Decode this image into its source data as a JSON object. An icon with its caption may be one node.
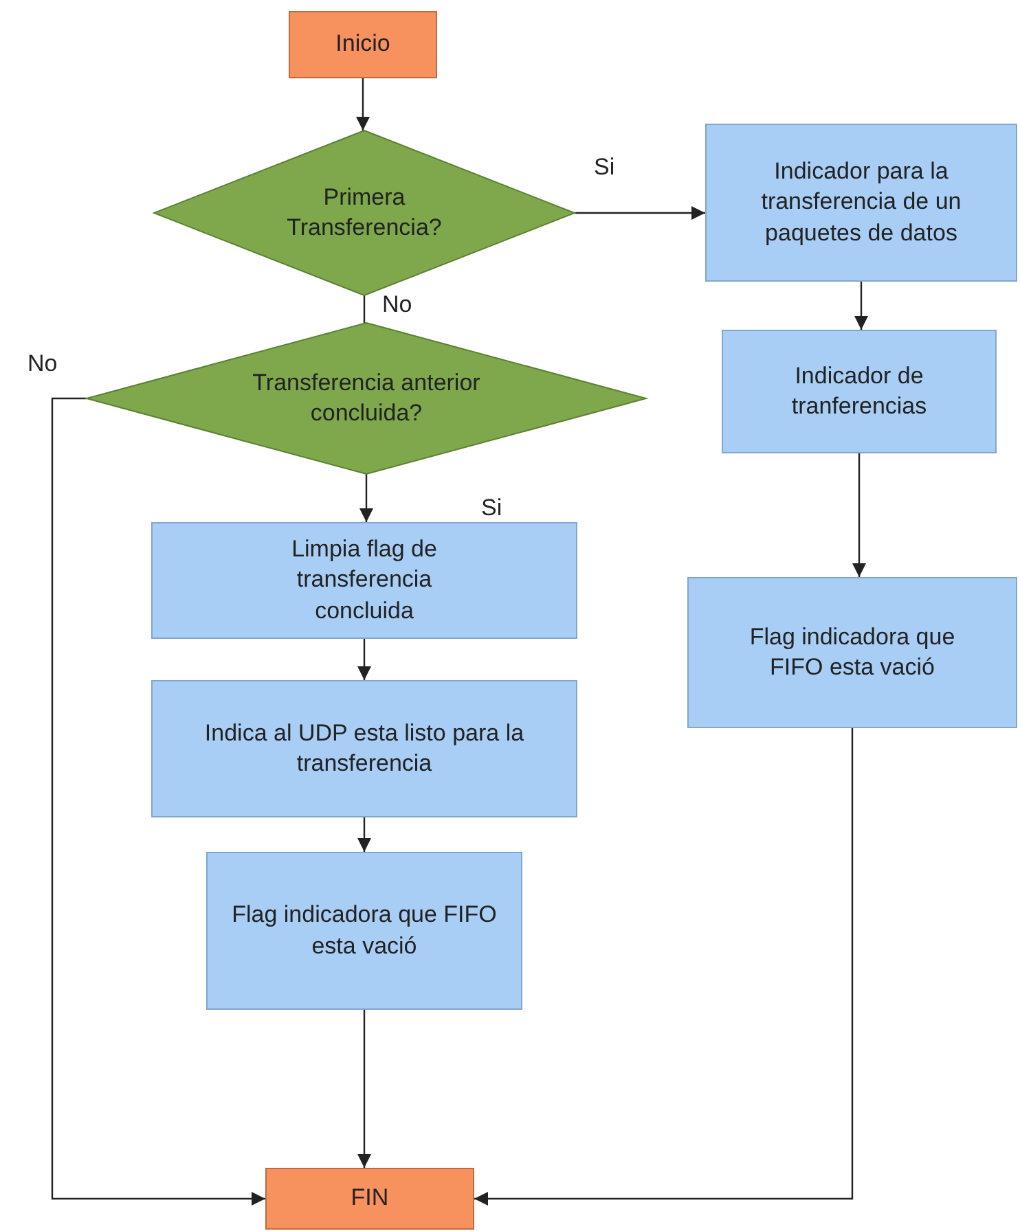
{
  "diagram": {
    "nodes": [
      {
        "text": [
          "Inicio"
        ]
      },
      {
        "text": [
          "Primera Transferencia?"
        ]
      },
      {
        "text": [
          "Indicador para la transferencia de un paquetes de datos"
        ]
      },
      {
        "text": [
          "Transferencia anterior concluida?"
        ]
      },
      {
        "text": [
          "Indicador de tranferencias"
        ]
      },
      {
        "text": [
          "Limpia flag de transferencia concluida"
        ]
      },
      {
        "text": [
          "Flag indicadora que FIFO esta vació"
        ]
      },
      {
        "text": [
          "Indica al UDP esta listo para la transferencia"
        ]
      },
      {
        "text": [
          "Flag indicadora que FIFO esta vació"
        ]
      },
      {
        "text": [
          "FIN"
        ]
      }
    ],
    "edges": [
      {
        "from": 0,
        "to": 1,
        "arrow": "to"
      },
      {
        "from": 1,
        "to": 2,
        "arrow": "to",
        "label": "Si"
      },
      {
        "from": 1,
        "to": 3,
        "arrow": "none",
        "label": "No"
      },
      {
        "from": 3,
        "to": 5,
        "arrow": "to",
        "label": "Si"
      },
      {
        "from": 3,
        "to": 9,
        "arrow": "to",
        "label": "No"
      },
      {
        "from": 5,
        "to": 7,
        "arrow": "to"
      },
      {
        "from": 7,
        "to": 8,
        "arrow": "to"
      },
      {
        "from": 8,
        "to": 9,
        "arrow": "to"
      },
      {
        "from": 2,
        "to": 4,
        "arrow": "to"
      },
      {
        "from": 4,
        "to": 6,
        "arrow": "to"
      },
      {
        "from": 6,
        "to": 9,
        "arrow": "to"
      }
    ]
  }
}
